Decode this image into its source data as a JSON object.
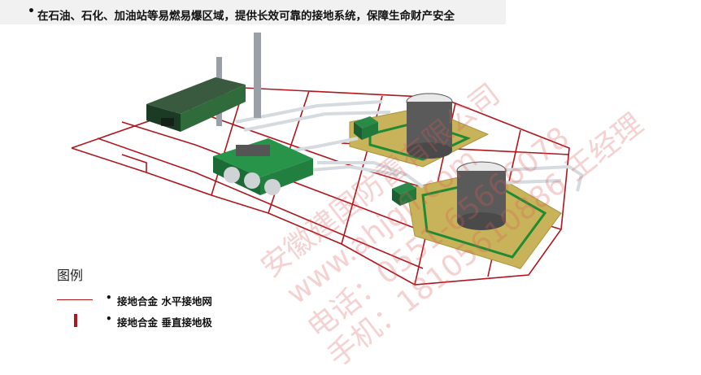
{
  "header": {
    "bullet": "•",
    "text": "在石油、石化、加油站等易燃易爆区域，提供长效可靠的接地系统，保障生命财产安全"
  },
  "legend": {
    "title": "图例",
    "items": [
      {
        "bullet": "•",
        "label": "接地合金   水平接地网",
        "symbol": "horizontal-line"
      },
      {
        "bullet": "•",
        "label": "接地合金   垂直接地极",
        "symbol": "vertical-bar"
      }
    ]
  },
  "watermark": {
    "company": "安徽建国防雷有限公司",
    "site": "www.ahjgfl.com",
    "phone": "电话：0551-65666078",
    "mobile": "手机：18105610886 王经理"
  },
  "colors": {
    "grid": "#b0161c",
    "building": "#1e7a3a",
    "pad": "#c9b35a",
    "tank": "#5a5a5a",
    "pipe": "#d9dde0"
  }
}
